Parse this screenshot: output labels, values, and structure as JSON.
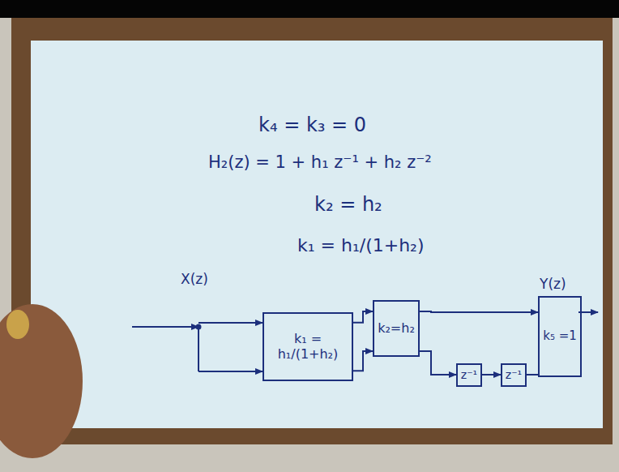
{
  "diagram": {
    "nodes": [
      {
        "text": [
          "k₁ = h₁/(1+h₂)"
        ]
      },
      {
        "text": [
          "k₂=h₂"
        ]
      },
      {
        "text": [
          "z⁻¹"
        ]
      },
      {
        "text": [
          "z⁻¹"
        ]
      },
      {
        "text": [
          "k₅ =1"
        ]
      }
    ],
    "edges": [
      {
        "from": 0,
        "to": 1,
        "arrow": "to"
      },
      {
        "from": 0,
        "to": 1,
        "arrow": "to"
      },
      {
        "from": 1,
        "to": 4,
        "arrow": "to"
      },
      {
        "from": 1,
        "to": 2,
        "arrow": "to"
      },
      {
        "from": 2,
        "to": 3,
        "arrow": "to"
      },
      {
        "from": 3,
        "to": 4,
        "arrow": "none"
      }
    ],
    "labels": [
      "k₄ = k₃ = 0",
      "H₂(z) = 1 + h₁ z⁻¹ + h₂ z⁻²",
      "k₂ = h₂",
      "k₁ = h₁/(1+h₂)",
      "X(z)",
      "Y(z)"
    ]
  }
}
